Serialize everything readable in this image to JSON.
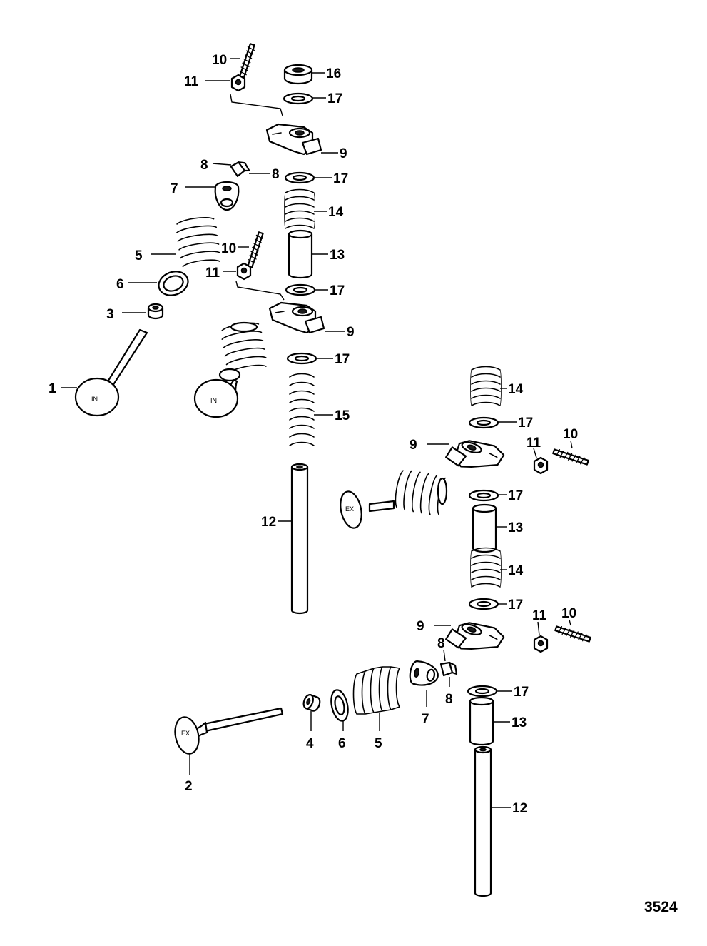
{
  "figure_number": "3524",
  "valve_marks": {
    "intake": "IN",
    "exhaust": "EX"
  },
  "callouts": [
    "1",
    "2",
    "3",
    "4",
    "5",
    "6",
    "7",
    "8",
    "9",
    "10",
    "11",
    "12",
    "13",
    "14",
    "15",
    "16",
    "17"
  ]
}
